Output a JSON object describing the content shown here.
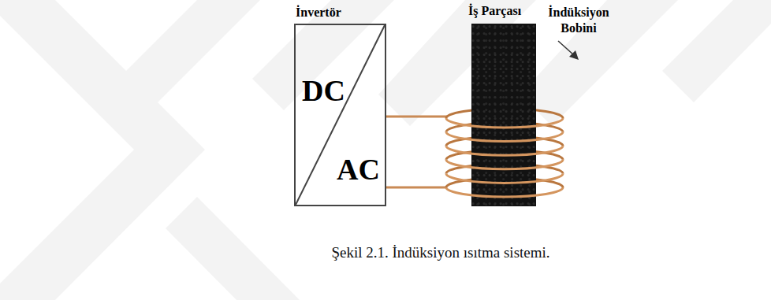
{
  "diagram": {
    "caption": "Şekil 2.1. İndüksiyon ısıtma sistemi.",
    "nodes": [
      {
        "text": [
          "İnvertör",
          "DC",
          "AC"
        ]
      },
      {
        "text": [
          "İş Parçası"
        ]
      }
    ],
    "labels": [
      "İndüksiyon Bobini"
    ]
  }
}
